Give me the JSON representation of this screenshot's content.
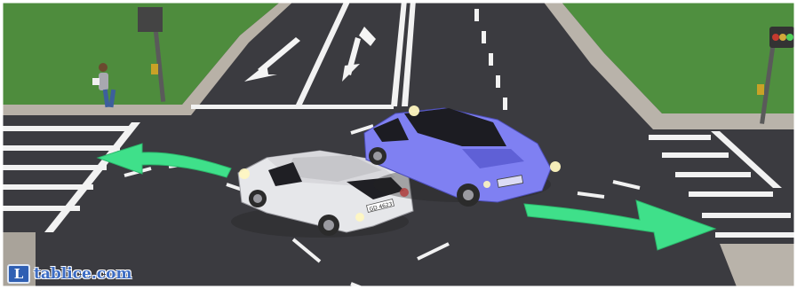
{
  "scene": {
    "description_colors": {
      "grass": "#4f8f3f",
      "road": "#3a3a3e",
      "sidewalk": "#b9b3aa",
      "arrow_green": "#3fe08a",
      "car_white": "#e8e8ea",
      "car_blue": "#7f80f2"
    },
    "license_plate": "GD 4623"
  },
  "watermark": {
    "letter": "L",
    "text": "tablice.com"
  }
}
